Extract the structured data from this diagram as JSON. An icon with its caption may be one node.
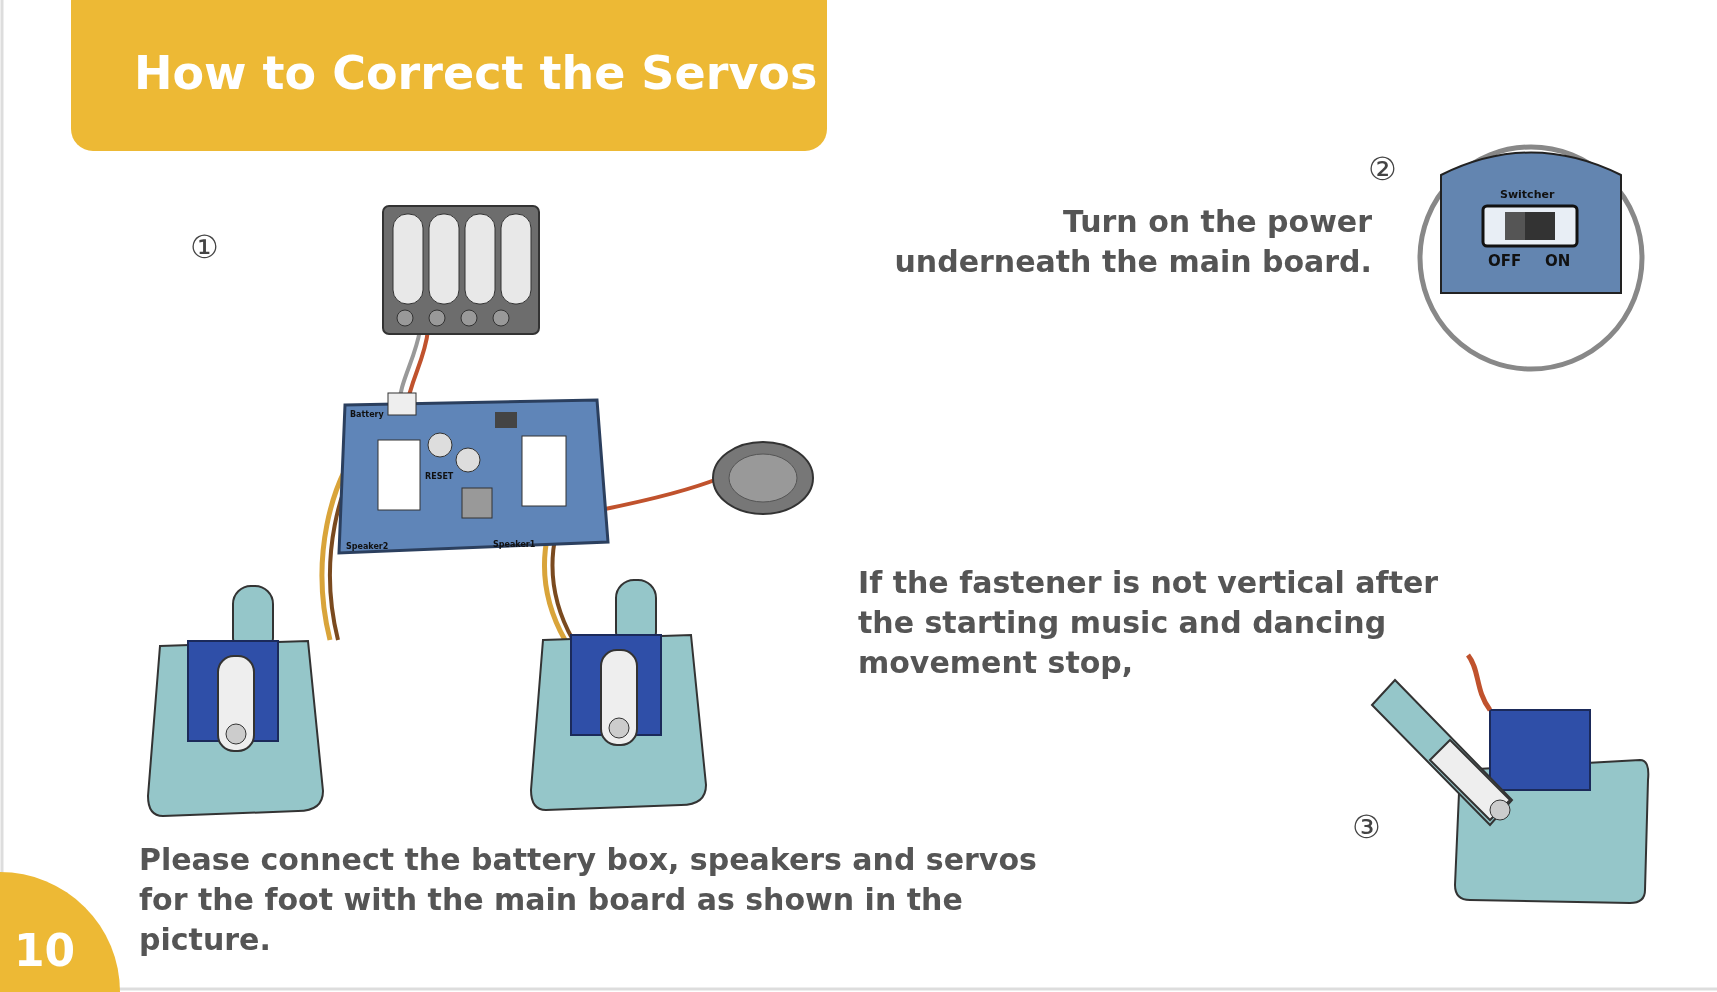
{
  "diagram": {
    "title": "How to Correct the Servos",
    "labels": [
      "②",
      "Turn on the power underneath the main board.",
      "Switcher",
      "OFF",
      "ON",
      "①",
      "Battery",
      "RESET",
      "Speaker2",
      "Speaker1",
      "If the fastener is not vertical after the starting music and dancing movement stop,",
      "③",
      "Please connect the battery box, speakers and servos for the foot with the main board as shown in the picture.",
      "10"
    ]
  }
}
